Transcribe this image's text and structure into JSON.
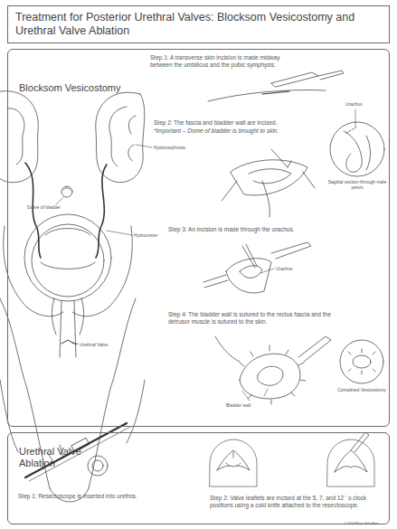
{
  "diagram": {
    "title": "Treatment for Posterior Urethral Valves: Blocksom Vesicostomy and Urethral Valve Ablation",
    "nodes": [
      {
        "text": [
          "Blocksom Vesicostomy"
        ]
      },
      {
        "text": [
          "Urethral Valve Ablation"
        ]
      }
    ],
    "labels": [
      "Step 1: A transverse skin incision is made midway between the umbilicus and the pubic symphysis.",
      "Step 2: The fascia and bladder wall are incised.",
      "*Important – Dome of bladder is brought to skin.",
      "Urachus",
      "Sagittal section through male pelvis",
      "Hydronephrosis",
      "Dome of bladder",
      "Hydroureter",
      "Step 3: An incision is made through the urachus.",
      "Urachus",
      "Step 4: The bladder wall is sutured to the rectus fascia and the detrusor muscle is sutured to the skin.",
      "Completed Vesicostomy",
      "Bladder wall",
      "Urethral Valve",
      "Step 1: Resectoscope is inserted into urethra.",
      "Step 2: Valve leaflets are incised at the 5, 7, and 12 ' o clock positions using a cold knife attached to the resectoscope.",
      "© 2024 Elissa Schaffner"
    ]
  }
}
